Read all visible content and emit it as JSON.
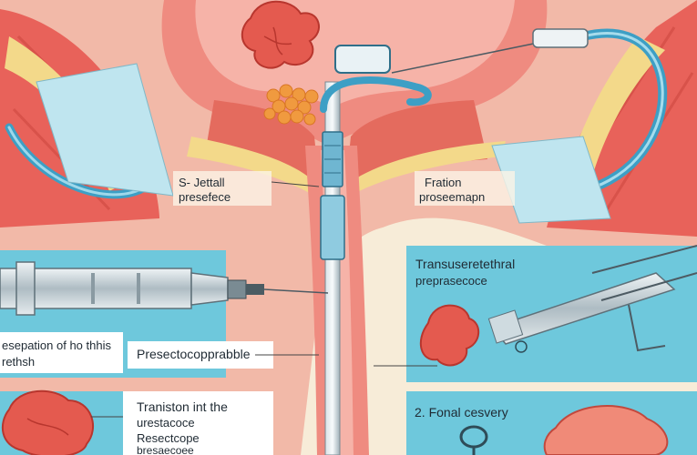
{
  "labels": {
    "upper_left_1": "S- Jettall",
    "upper_left_2": "presefece",
    "upper_right_1": "Fration",
    "upper_right_2": "proseemapn",
    "mid_right_1": "Transuseretethral",
    "mid_right_2": "preprasecoce",
    "mid_left_1": "esepation of ho thhis",
    "mid_left_2": "rethsh",
    "mid_center": "Presectocopprabble",
    "low_left_1": "Traniston int the",
    "low_left_2": "urestacoce",
    "low_left_3": "Resectcope",
    "low_left_4": "bresaecoee",
    "low_right": "2. Fonal cesvery"
  },
  "colors": {
    "background": "#f7ecd8",
    "tissue_pink": "#f4a9a1",
    "tissue_red": "#e1574f",
    "fat_yellow": "#f3d98a",
    "instrument_blue": "#59b9d8",
    "panel_blue": "#7fd0e0",
    "steel": "#c9d3d8"
  },
  "icons": [
    "syringe-instrument",
    "resectoscope",
    "grasper-loop",
    "tissue-chip"
  ]
}
